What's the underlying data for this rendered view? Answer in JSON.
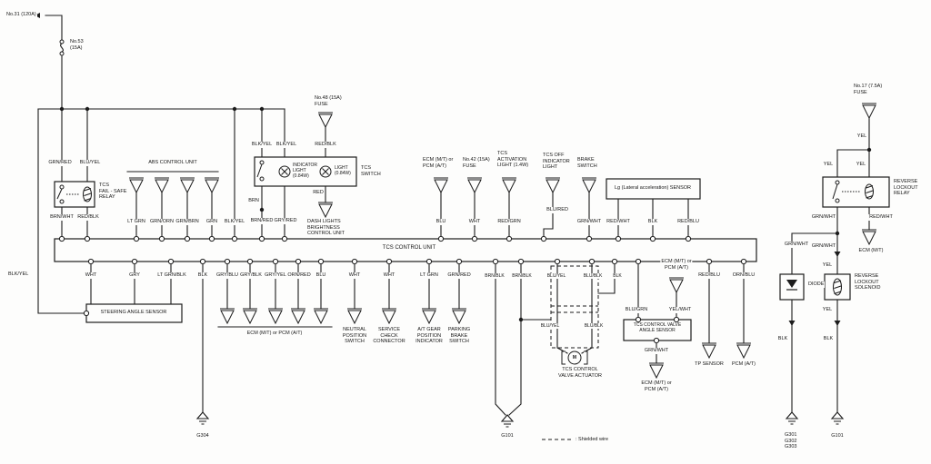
{
  "wire_colors": {
    "grn_red": "GRN/RED",
    "blu_yel": "BLU/YEL",
    "brn_wht": "BRN/WHT",
    "red_blk": "RED/BLK",
    "lt_grn": "LT GRN",
    "grn_orn": "GRN/ORN",
    "grn_brn": "GRN/BRN",
    "grn": "GRN",
    "blk_yel": "BLK/YEL",
    "brn": "BRN",
    "brn_red": "BRN/RED",
    "gry_red": "GRY/RED",
    "red": "RED",
    "blu": "BLU",
    "wht": "WHT",
    "red_grn": "RED/GRN",
    "blu_red": "BLU/RED",
    "grn_wht": "GRN/WHT",
    "red_wht": "RED/WHT",
    "blk": "BLK",
    "red_blu": "RED/BLU",
    "gry": "GRY",
    "lt_grn_blk": "LT GRN/BLK",
    "gry_blu": "GRY/BLU",
    "gry_blk": "GRY/BLK",
    "gry_yel": "GRY/YEL",
    "orn_red": "ORN/RED",
    "brn_blk": "BRN/BLK",
    "blu_blk": "BLU/BLK",
    "blu_grn": "BLU/GRN",
    "yel_wht": "YEL/WHT",
    "orn_blu": "ORN/BLU",
    "yel": "YEL"
  },
  "components": {
    "no31": "No.31 (120A)",
    "fuse53": "No.53\n(15A)",
    "fuse48": "No.48 (15A)\nFUSE",
    "fuse42": "No.42 (15A)\nFUSE",
    "fuse17": "No.17 (7.5A)\nFUSE",
    "abs_unit": "ABS CONTROL UNIT",
    "tcs_relay": "TCS\nFAIL - SAFE\nRELAY",
    "indicator_light": "INDICATOR\nLIGHT\n(0.84W)",
    "light": "LIGHT\n(0.84W)",
    "tcs_switch": "TCS\nSWITCH",
    "dash_lights": "DASH LIGHTS\nBRIGHTNESS\nCONTROL UNIT",
    "ecm_pcm": "ECM (M/T) or\nPCM (A/T)",
    "ecm_pcm_inline": "ECM (M/T) or PCM (A/T)",
    "tcs_activation": "TCS\nACTIVATION\nLIGHT (1.4W)",
    "tcs_off": "TCS OFF\nINDICATOR\nLIGHT",
    "brake_switch": "BRAKE\nSWITCH",
    "lg_sensor": "Lg (Lateral acceleration) SENSOR",
    "tcs_control_unit": "TCS CONTROL UNIT",
    "steering_sensor": "STEERING ANGLE SENSOR",
    "neutral_switch": "NEUTRAL\nPOSITION\nSWITCH",
    "service_check": "SERVICE\nCHECK\nCONNECTOR",
    "at_gear": "A/T GEAR\nPOSITION\nINDICATOR",
    "parking_brake": "PARKING\nBRAKE\nSWITCH",
    "tcs_valve_actuator": "TCS CONTROL\nVALVE ACTUATOR",
    "tcs_valve_angle_sensor": "TCS CONTROL VALVE\nANGLE SENSOR",
    "tp_sensor": "TP SENSOR",
    "pcm_at": "PCM (A/T)",
    "ecm_mt": "ECM (M/T)",
    "reverse_lockout_relay": "REVERSE\nLOCKOUT\nRELAY",
    "reverse_lockout_solenoid": "REVERSE\nLOCKOUT\nSOLENOID",
    "diode": "DIODE",
    "motor": "M"
  },
  "grounds": {
    "g304": "G304",
    "g101": "G101",
    "g301_303": "G301\nG302\nG303"
  },
  "legend": {
    "shielded": ": Shielded wire"
  }
}
